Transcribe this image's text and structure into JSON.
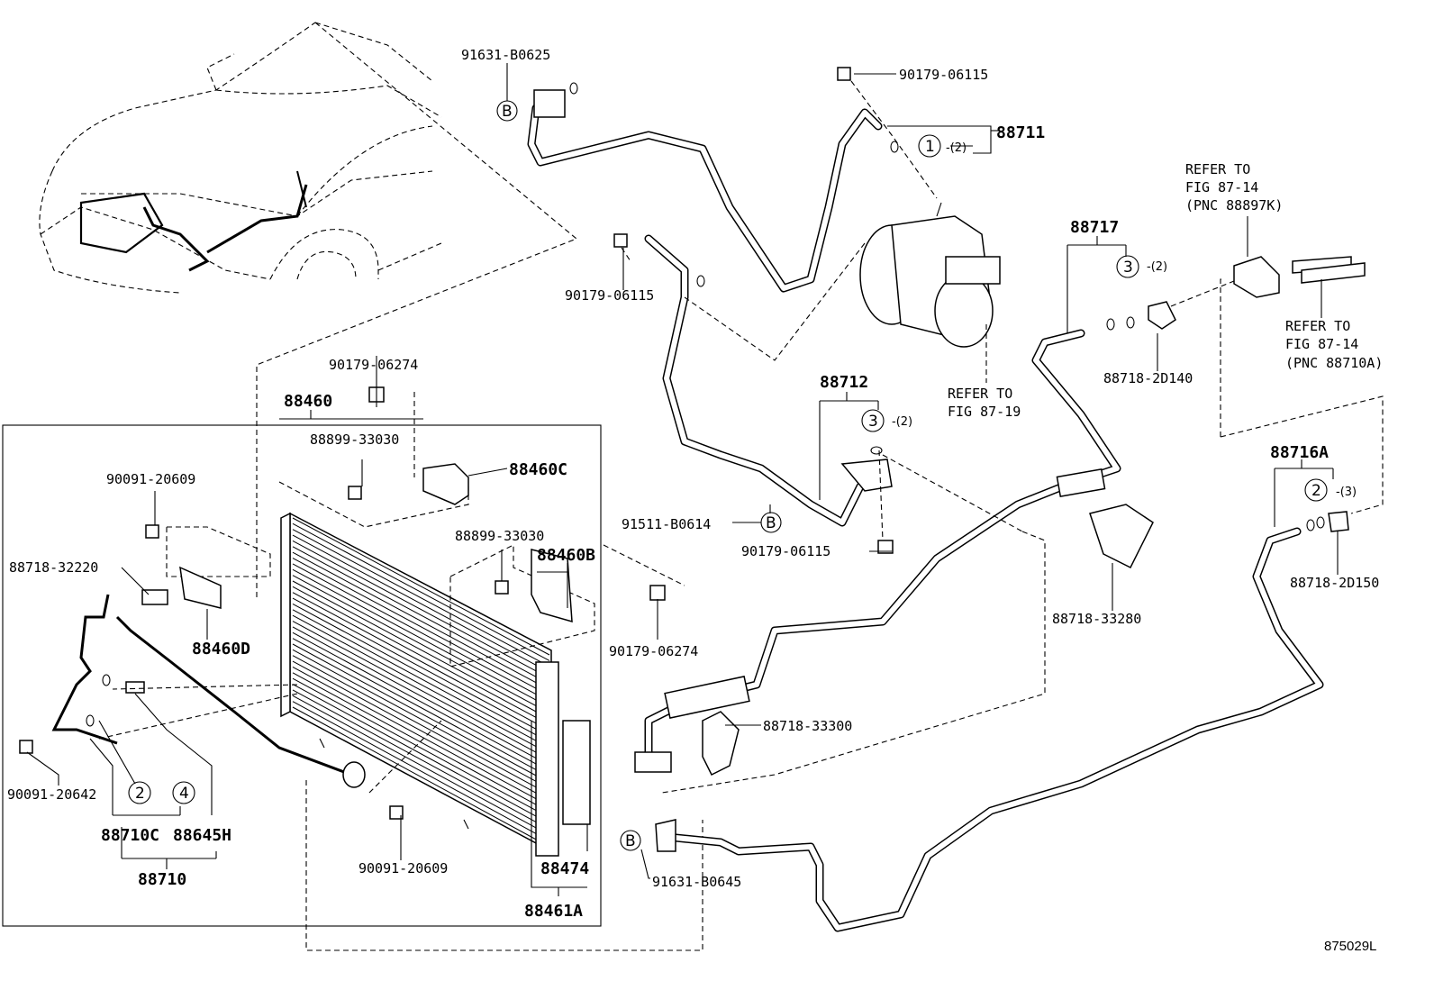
{
  "diagram_id": "875029L",
  "parts": {
    "p_91631_B0625": "91631-B0625",
    "p_90179_06115_a": "90179-06115",
    "p_88711": "88711",
    "p_88711_qty": "-(2)",
    "p_90179_06115_b": "90179-06115",
    "p_88717": "88717",
    "p_88717_qty": "-(2)",
    "p_88718_2D140": "88718-2D140",
    "p_88712": "88712",
    "p_88712_qty": "-(2)",
    "p_90179_06274_a": "90179-06274",
    "p_88460": "88460",
    "p_88899_33030_a": "88899-33030",
    "p_88460C": "88460C",
    "p_90091_20609_a": "90091-20609",
    "p_88899_33030_b": "88899-33030",
    "p_88460B": "88460B",
    "p_88718_32220": "88718-32220",
    "p_88460D": "88460D",
    "p_91511_B0614": "91511-B0614",
    "p_90179_06115_c": "90179-06115",
    "p_90179_06274_b": "90179-06274",
    "p_88718_33280": "88718-33280",
    "p_88716A": "88716A",
    "p_88716A_qty": "-(3)",
    "p_88718_2D150": "88718-2D150",
    "p_88718_33300": "88718-33300",
    "p_90091_20642": "90091-20642",
    "p_88710C": "88710C",
    "p_88645H": "88645H",
    "p_88710": "88710",
    "p_90091_20609_b": "90091-20609",
    "p_88474": "88474",
    "p_88461A": "88461A",
    "p_91631_B0645": "91631-B0645"
  },
  "refs": {
    "ref1_l1": "REFER TO",
    "ref1_l2": "FIG 87-14",
    "ref1_l3": "(PNC 88897K)",
    "ref2_l1": "REFER TO",
    "ref2_l2": "FIG 87-14",
    "ref2_l3": "(PNC 88710A)",
    "ref3_l1": "REFER TO",
    "ref3_l2": "FIG 87-19"
  },
  "markers": {
    "b": "B",
    "c1": "1",
    "c2": "2",
    "c3": "3",
    "c4": "4"
  }
}
